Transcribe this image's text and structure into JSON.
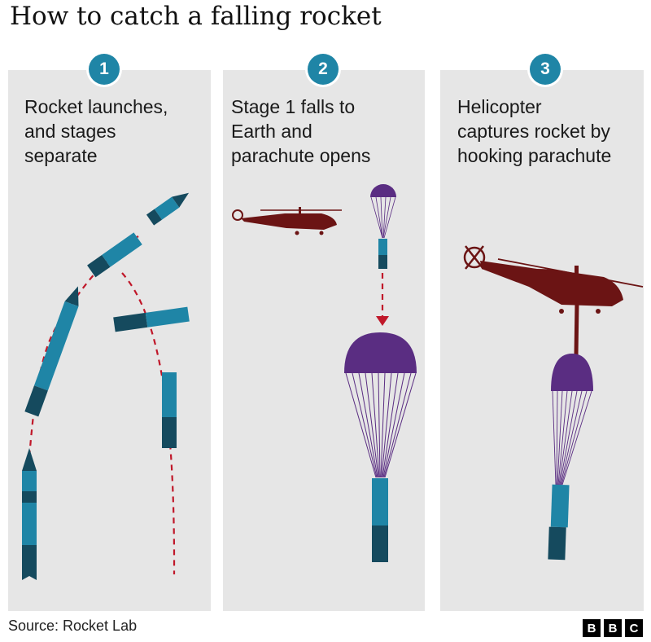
{
  "title": "How to catch a falling rocket",
  "steps": [
    {
      "number": "1",
      "lines": [
        "Rocket launches,",
        "and stages",
        "separate"
      ]
    },
    {
      "number": "2",
      "lines": [
        "Stage 1 falls to",
        "Earth and",
        "parachute opens"
      ]
    },
    {
      "number": "3",
      "lines": [
        "Helicopter",
        "captures rocket by",
        "hooking parachute"
      ]
    }
  ],
  "source": "Source: Rocket Lab",
  "logo": {
    "letters": [
      "B",
      "B",
      "C"
    ]
  },
  "colors": {
    "panel": "#e6e6e6",
    "badge": "#1f85a6",
    "rocket_light": "#1f85a6",
    "rocket_dark": "#154a5e",
    "parachute": "#5a2d82",
    "helicopter": "#6b1414",
    "trajectory": "#c0182a"
  },
  "icons": [
    "rocket-icon",
    "helicopter-icon",
    "parachute-icon",
    "down-arrow-icon"
  ]
}
